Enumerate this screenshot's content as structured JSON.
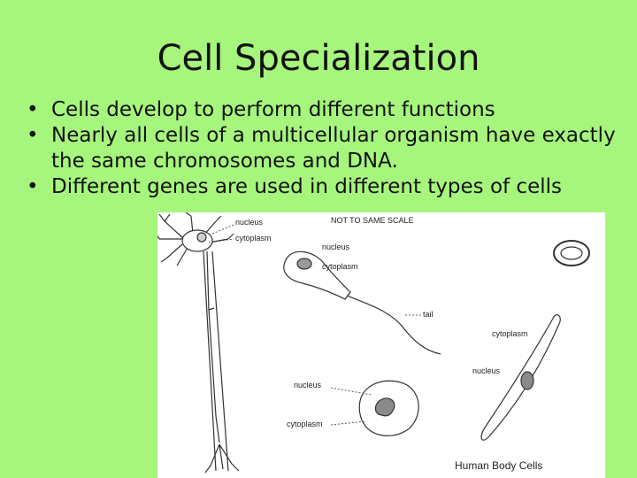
{
  "slide": {
    "title": "Cell Specialization",
    "bullets": [
      "Cells develop to perform different functions",
      "Nearly all cells of a multicellular organism have exactly the same chromosomes and DNA.",
      "Different genes are used in different types of cells"
    ],
    "bullet_glyph": "•"
  },
  "figure": {
    "header": "NOT TO SAME SCALE",
    "caption": "Human Body Cells",
    "neuron_labels": {
      "nucleus": "nucleus",
      "cytoplasm": "cytoplasm"
    },
    "sperm_labels": {
      "nucleus": "nucleus",
      "cytoplasm": "cytoplasm",
      "tail": "tail"
    },
    "muscle_labels": {
      "cytoplasm": "cytoplasm",
      "nucleus": "nucleus"
    },
    "cheek_labels": {
      "nucleus": "nucleus",
      "cytoplasm": "cytoplasm"
    }
  },
  "colors": {
    "background": "#a6f57c",
    "figure_bg": "#ffffff",
    "nucleus_fill": "#8a8a8a"
  }
}
